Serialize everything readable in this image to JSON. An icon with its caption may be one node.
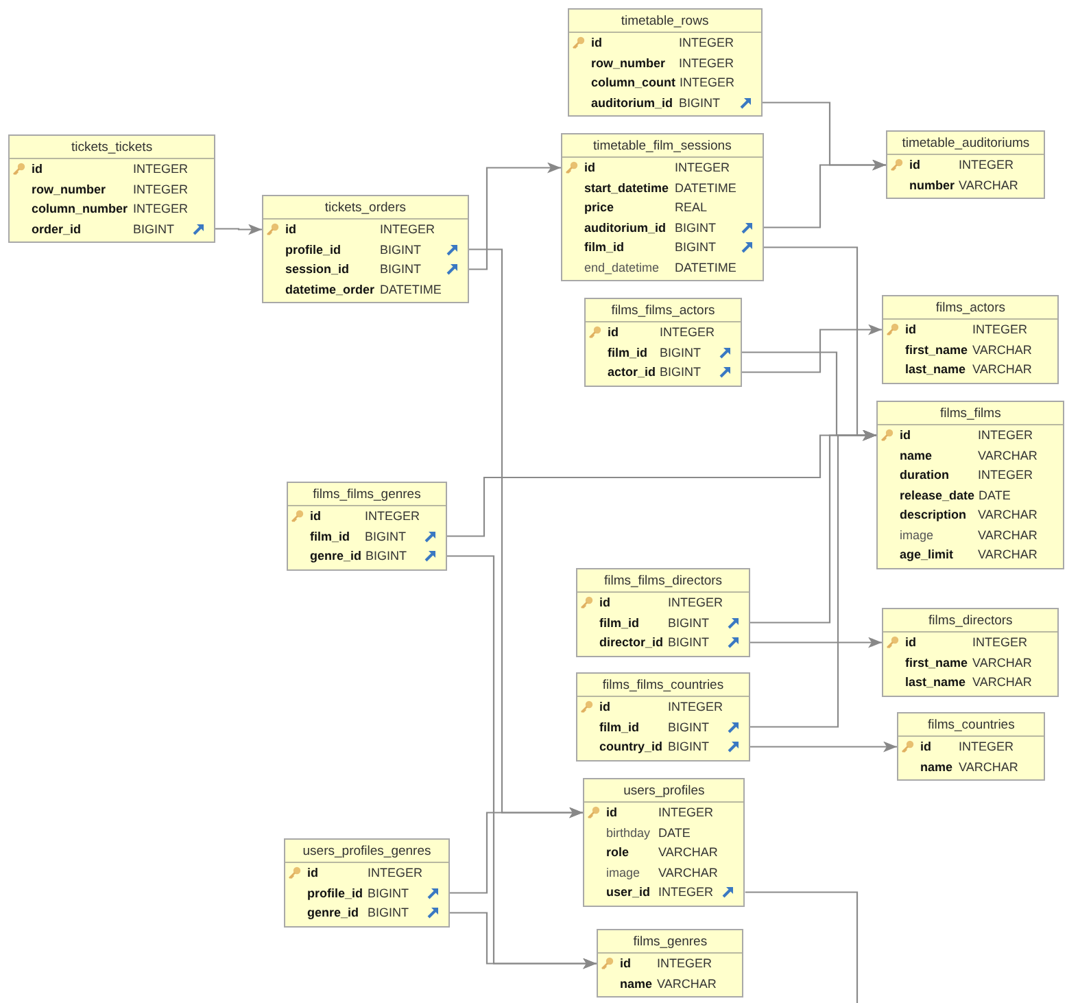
{
  "diagram": {
    "nodes": [
      {
        "text": [
          "timetable_rows",
          "id",
          "INTEGER",
          "row_number",
          "INTEGER",
          "column_count",
          "INTEGER",
          "auditorium_id",
          "BIGINT"
        ]
      },
      {
        "text": [
          "tickets_tickets",
          "id",
          "INTEGER",
          "row_number",
          "INTEGER",
          "column_number",
          "INTEGER",
          "order_id",
          "BIGINT"
        ]
      },
      {
        "text": [
          "timetable_auditoriums",
          "id",
          "INTEGER",
          "number",
          "VARCHAR"
        ]
      },
      {
        "text": [
          "timetable_film_sessions",
          "id",
          "INTEGER",
          "start_datetime",
          "DATETIME",
          "price",
          "REAL",
          "auditorium_id",
          "BIGINT",
          "film_id",
          "BIGINT",
          "end_datetime",
          "DATETIME"
        ]
      },
      {
        "text": [
          "tickets_orders",
          "id",
          "INTEGER",
          "profile_id",
          "BIGINT",
          "session_id",
          "BIGINT",
          "datetime_order",
          "DATETIME"
        ]
      },
      {
        "text": [
          "films_actors",
          "id",
          "INTEGER",
          "first_name",
          "VARCHAR",
          "last_name",
          "VARCHAR"
        ]
      },
      {
        "text": [
          "films_films_actors",
          "id",
          "INTEGER",
          "film_id",
          "BIGINT",
          "actor_id",
          "BIGINT"
        ]
      },
      {
        "text": [
          "films_films",
          "id",
          "INTEGER",
          "name",
          "VARCHAR",
          "duration",
          "INTEGER",
          "release_date",
          "DATE",
          "description",
          "VARCHAR",
          "image",
          "VARCHAR",
          "age_limit",
          "VARCHAR"
        ]
      },
      {
        "text": [
          "films_films_genres",
          "id",
          "INTEGER",
          "film_id",
          "BIGINT",
          "genre_id",
          "BIGINT"
        ]
      },
      {
        "text": [
          "films_films_directors",
          "id",
          "INTEGER",
          "film_id",
          "BIGINT",
          "director_id",
          "BIGINT"
        ]
      },
      {
        "text": [
          "films_directors",
          "id",
          "INTEGER",
          "first_name",
          "VARCHAR",
          "last_name",
          "VARCHAR"
        ]
      },
      {
        "text": [
          "films_films_countries",
          "id",
          "INTEGER",
          "film_id",
          "BIGINT",
          "country_id",
          "BIGINT"
        ]
      },
      {
        "text": [
          "films_countries",
          "id",
          "INTEGER",
          "name",
          "VARCHAR"
        ]
      },
      {
        "text": [
          "users_profiles",
          "id",
          "INTEGER",
          "birthday",
          "DATE",
          "role",
          "VARCHAR",
          "image",
          "VARCHAR",
          "user_id",
          "INTEGER"
        ]
      },
      {
        "text": [
          "users_profiles_genres",
          "id",
          "INTEGER",
          "profile_id",
          "BIGINT",
          "genre_id",
          "BIGINT"
        ]
      },
      {
        "text": [
          "films_genres",
          "id",
          "INTEGER",
          "name",
          "VARCHAR"
        ]
      }
    ],
    "edges": [
      {
        "from": 1,
        "to": 4,
        "arrow": "to"
      },
      {
        "from": 4,
        "to": 13,
        "arrow": "to"
      },
      {
        "from": 4,
        "to": 3,
        "arrow": "to"
      },
      {
        "from": 0,
        "to": 2,
        "arrow": "to"
      },
      {
        "from": 3,
        "to": 2,
        "arrow": "to"
      },
      {
        "from": 3,
        "to": 7,
        "arrow": "to"
      },
      {
        "from": 6,
        "to": 7,
        "arrow": "to"
      },
      {
        "from": 6,
        "to": 5,
        "arrow": "to"
      },
      {
        "from": 8,
        "to": 7,
        "arrow": "to"
      },
      {
        "from": 8,
        "to": 15,
        "arrow": "to"
      },
      {
        "from": 9,
        "to": 7,
        "arrow": "to"
      },
      {
        "from": 9,
        "to": 10,
        "arrow": "to"
      },
      {
        "from": 11,
        "to": 7,
        "arrow": "to"
      },
      {
        "from": 11,
        "to": 12,
        "arrow": "to"
      },
      {
        "from": 14,
        "to": 13,
        "arrow": "to"
      },
      {
        "from": 14,
        "to": 15,
        "arrow": "to"
      },
      {
        "from": 13,
        "to": null,
        "arrow": "none"
      }
    ]
  }
}
